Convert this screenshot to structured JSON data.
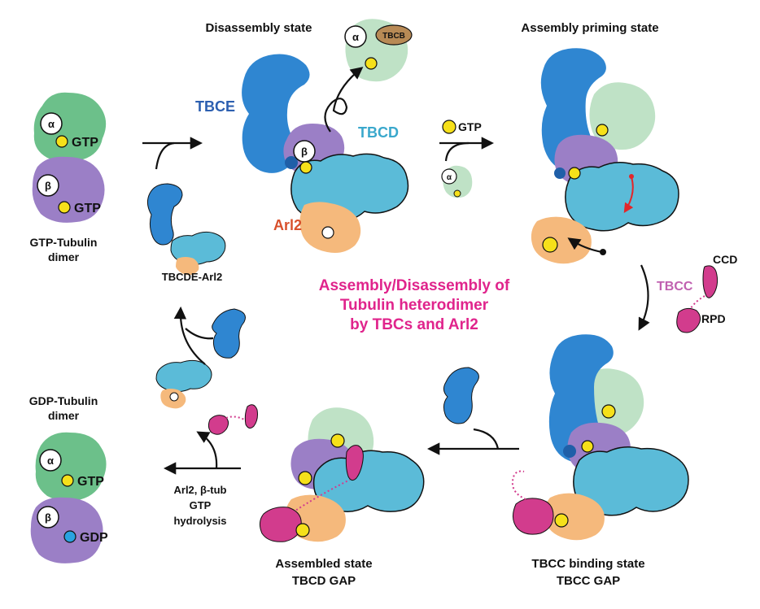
{
  "titles": {
    "disassembly": "Disassembly state",
    "assembly_priming": "Assembly priming state",
    "assembled_line1": "Assembled state",
    "assembled_line2": "TBCD GAP",
    "tbcc_binding_line1": "TBCC binding state",
    "tbcc_binding_line2": "TBCC GAP"
  },
  "center_title": {
    "line1": "Assembly/Disassembly of",
    "line2": "Tubulin heterodimer",
    "line3": "by TBCs and Arl2"
  },
  "labels": {
    "tbce": "TBCE",
    "tbcd": "TBCD",
    "arl2": "Arl2",
    "tbcb": "TBCB",
    "tbcc": "TBCC",
    "ccd": "CCD",
    "rpd": "RPD",
    "tbcde_arl2": "TBCDE-Arl2",
    "gtp": "GTP",
    "gdp": "GDP",
    "alpha": "α",
    "beta": "β",
    "gtp_tubulin_line1": "GTP-Tubulin",
    "gtp_tubulin_line2": "dimer",
    "gdp_tubulin_line1": "GDP-Tubulin",
    "gdp_tubulin_line2": "dimer",
    "hydrolysis_line1": "Arl2, β-tub",
    "hydrolysis_line2": "GTP",
    "hydrolysis_line3": "hydrolysis"
  },
  "colors": {
    "tbce": "#2f86d1",
    "tbce_dark": "#1f5fa8",
    "tbcd": "#5bbbd8",
    "alpha_tubulin": "#6cc08a",
    "beta_tubulin": "#9b7fc6",
    "arl2": "#f5b97c",
    "tbcc": "#d23c8d",
    "tbcb": "#b88a55",
    "gtp_ball": "#f6e01a",
    "gdp_ball": "#2aa3e0",
    "center_title": "#e0248c",
    "arl2_label": "#d8502c",
    "tbce_label": "#2c5fb0",
    "tbcd_label": "#3aa8cc",
    "tbcc_label": "#c060b0"
  }
}
